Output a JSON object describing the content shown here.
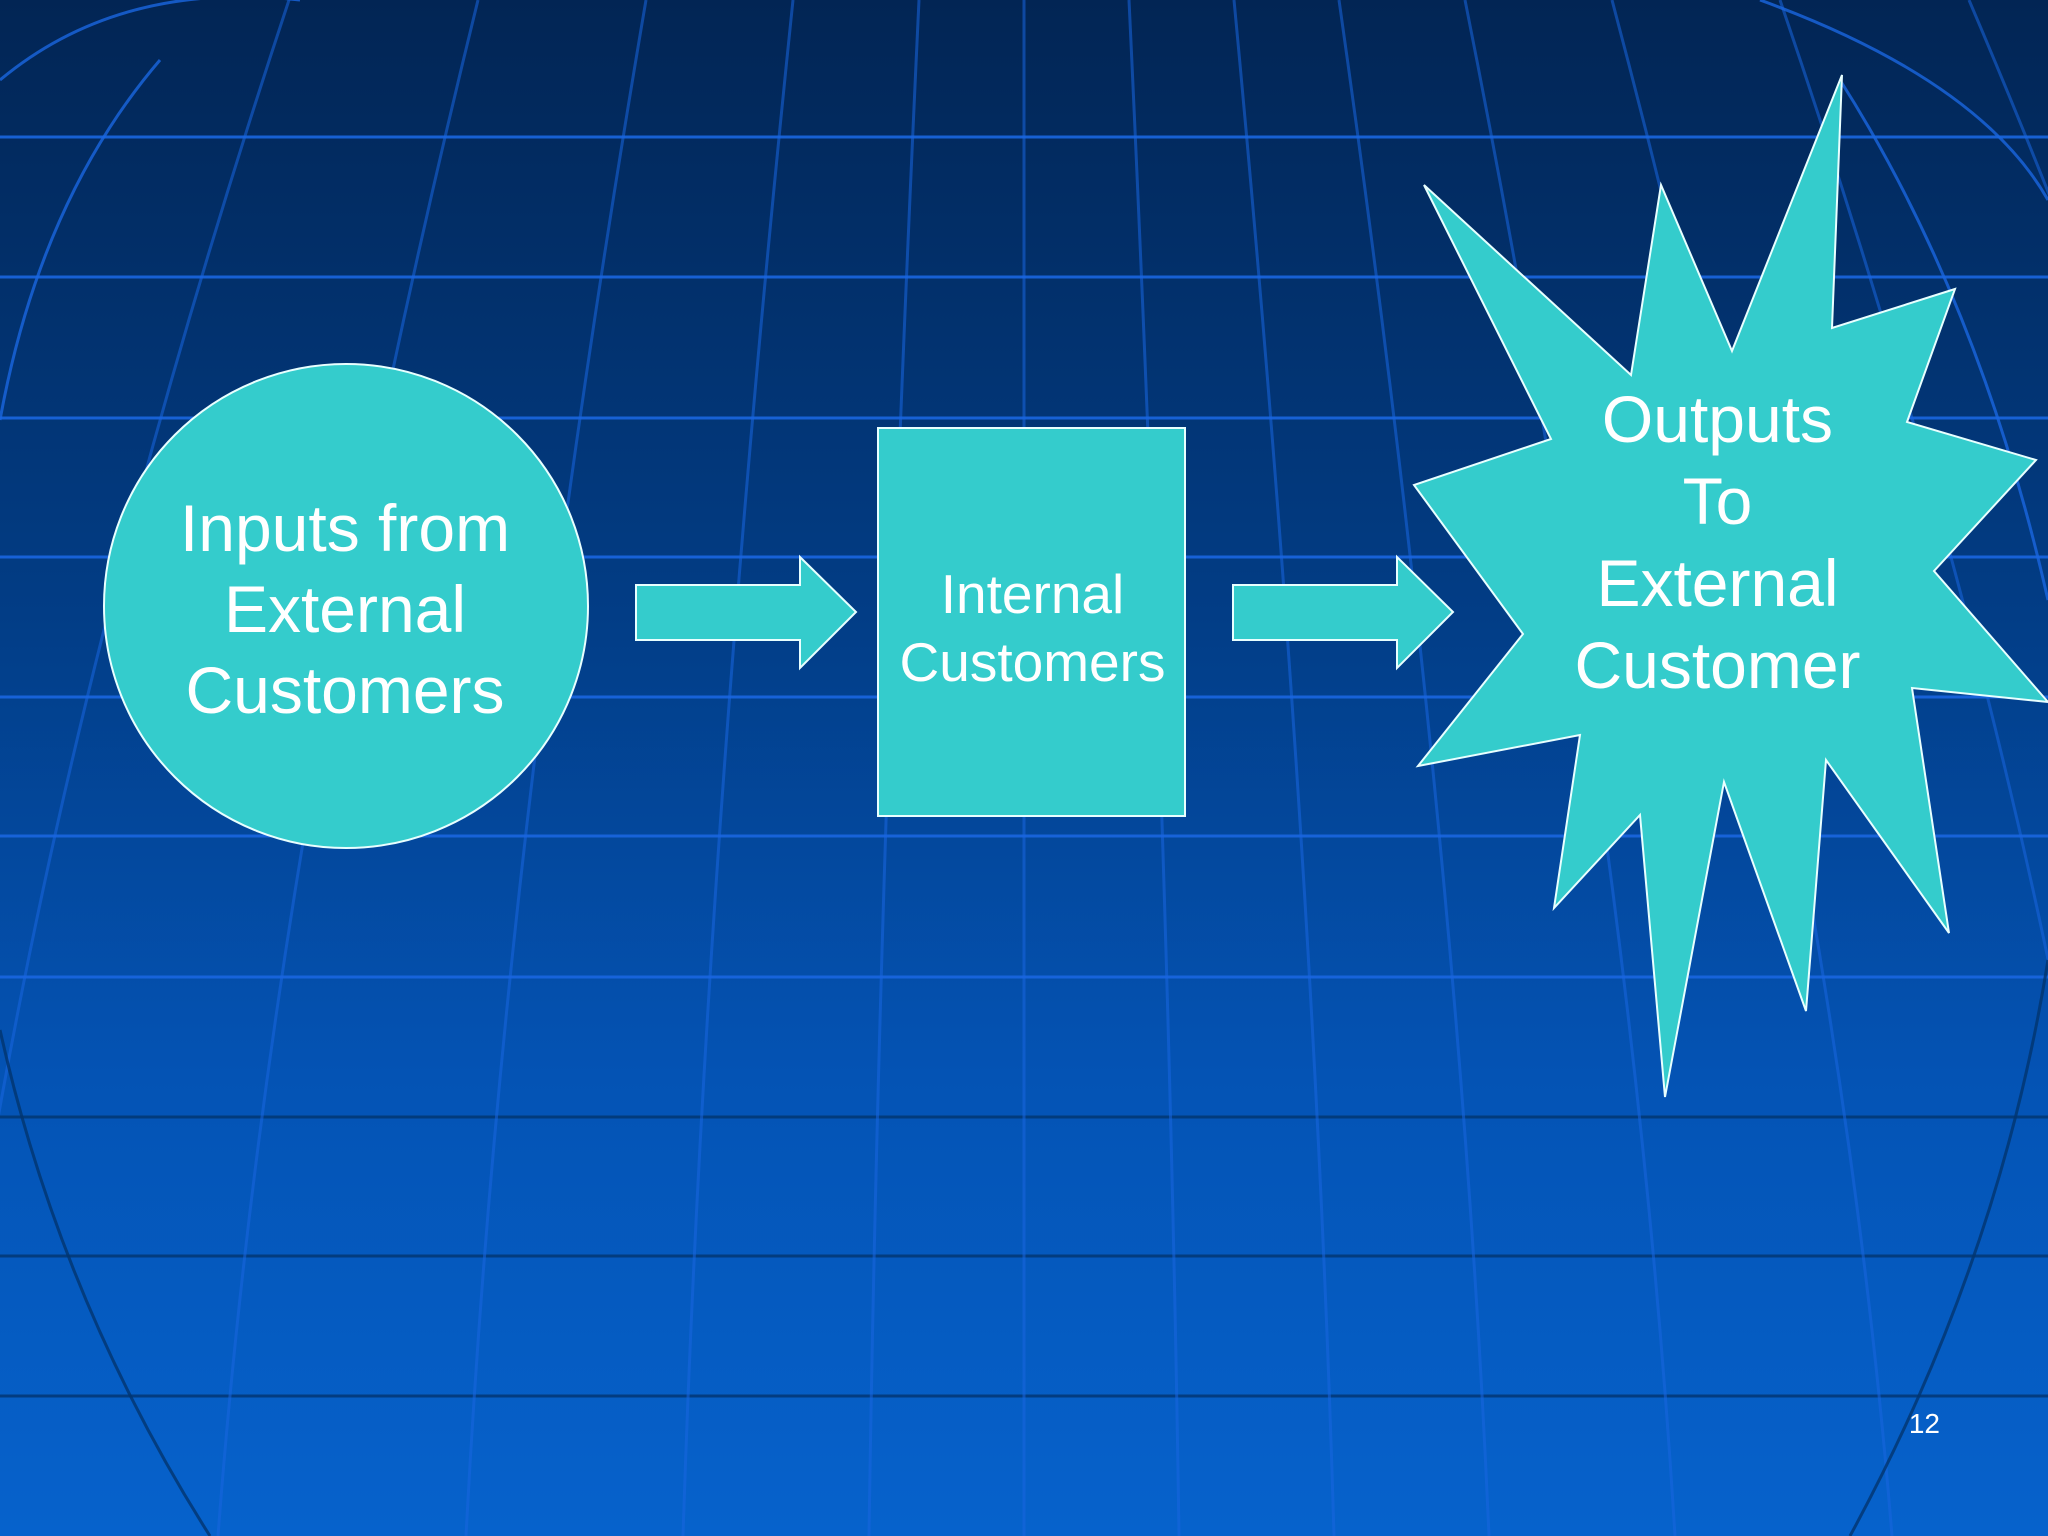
{
  "slide": {
    "page_number": "12",
    "colors": {
      "background_top": "#022554",
      "background_bottom": "#0662cc",
      "grid_line": "#1a66e0",
      "shape_fill": "#34cccc",
      "shape_stroke": "#e8ffff",
      "text": "#ffffff"
    }
  },
  "diagram": {
    "input_node": {
      "shape": "circle",
      "label": "Inputs from\nExternal\nCustomers"
    },
    "process_node": {
      "shape": "rectangle",
      "label": "Internal\nCustomers"
    },
    "output_node": {
      "shape": "starburst",
      "label": "Outputs\nTo\nExternal\nCustomer"
    },
    "arrows": [
      {
        "from": "input_node",
        "to": "process_node",
        "icon": "right-arrow-icon"
      },
      {
        "from": "process_node",
        "to": "output_node",
        "icon": "right-arrow-icon"
      }
    ]
  }
}
